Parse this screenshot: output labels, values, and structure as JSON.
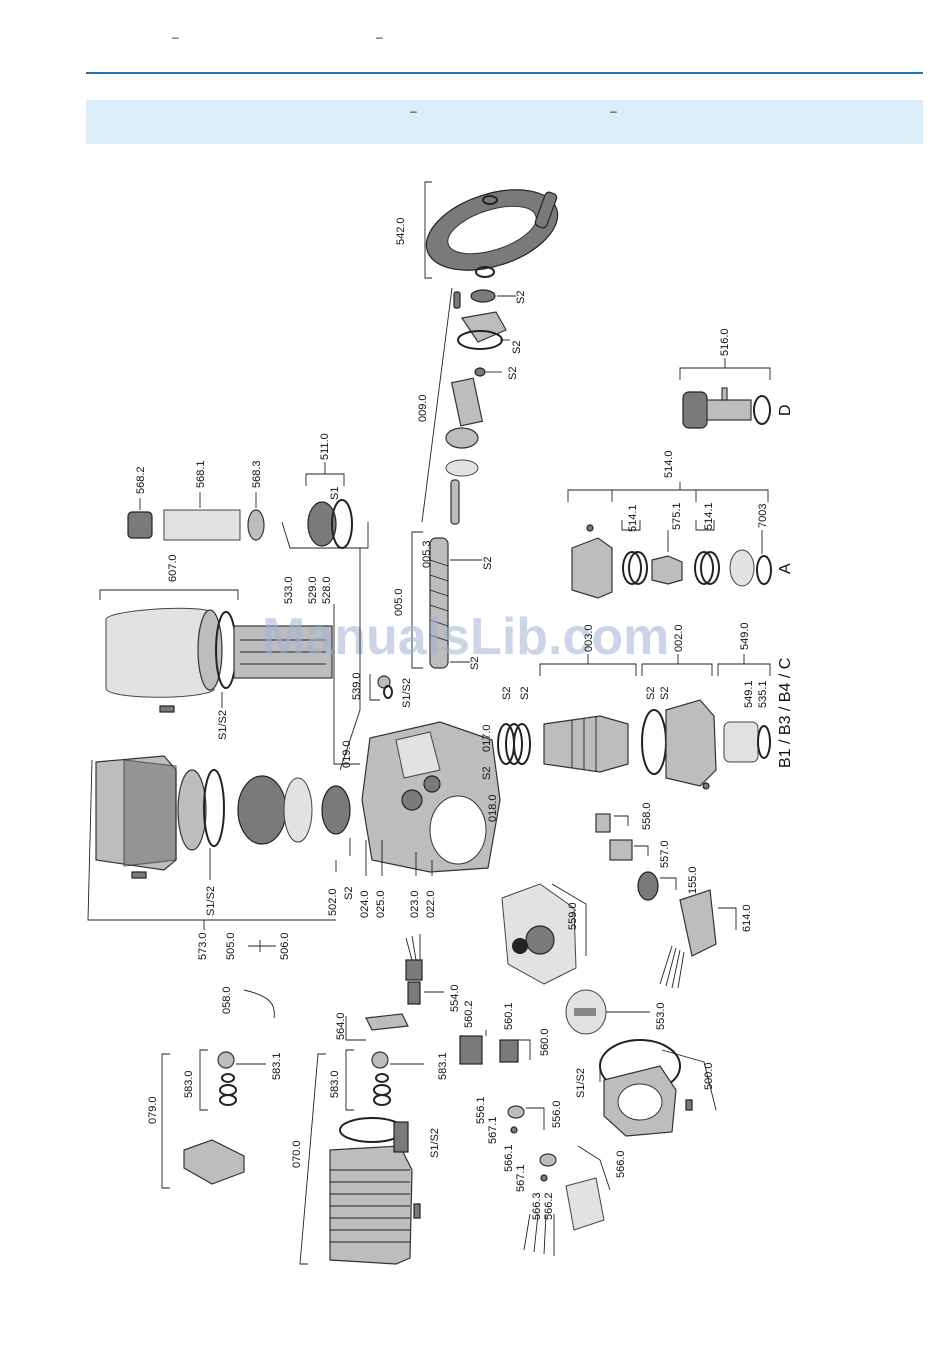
{
  "header": {
    "dash_left": "–",
    "dash_right": "–"
  },
  "band": {
    "dash_left": "–",
    "dash_right": "–"
  },
  "watermark": "ManualsLib.com",
  "labels": {
    "l542_0": "542.0",
    "l009_0": "009.0",
    "l516_0": "516.0",
    "lD": "D",
    "l514_0": "514.0",
    "l514_1a": "514.1",
    "l575_1": "575.1",
    "l514_1b": "514.1",
    "l7003": "7003",
    "lA": "A",
    "l005_0": "005.0",
    "l005_3": "005.3",
    "l568_2": "568.2",
    "l568_1": "568.1",
    "l568_3": "568.3",
    "l511_0": "511.0",
    "lS1": "S1",
    "l607_0": "607.0",
    "l533_0": "533.0",
    "l529_0": "529.0",
    "l528_0": "528.0",
    "l539_0": "539.0",
    "l003_0": "003.0",
    "l002_0": "002.0",
    "l549_0": "549.0",
    "l549_1": "549.1",
    "l535_1": "535.1",
    "lB": "B1 / B3 / B4 / C",
    "l019_0": "019.0",
    "l017_0": "017.0",
    "l018_0": "018.0",
    "l502_0": "502.0",
    "l024_0": "024.0",
    "l025_0": "025.0",
    "l023_0": "023.0",
    "l022_0": "022.0",
    "l558_0": "558.0",
    "l557_0": "557.0",
    "l155_0": "155.0",
    "l614_0": "614.0",
    "l559_0": "559.0",
    "l573_0": "573.0",
    "l505_0": "505.0",
    "l506_0": "506.0",
    "l058_0": "058.0",
    "l554_0": "554.0",
    "l564_0": "564.0",
    "l560_2": "560.2",
    "l560_1": "560.1",
    "l560_0": "560.0",
    "l553_0": "553.0",
    "l583_0a": "583.0",
    "l583_1a": "583.1",
    "l583_0b": "583.0",
    "l583_1b": "583.1",
    "l079_0": "079.0",
    "l500_0": "500.0",
    "l556_1": "556.1",
    "l567_1a": "567.1",
    "l556_0": "556.0",
    "l070_0": "070.0",
    "l566_1": "566.1",
    "l567_1b": "567.1",
    "l566_3": "566.3",
    "l566_2": "566.2",
    "l566_0": "566.0",
    "s2": "S2",
    "s1s2": "S1/S2"
  }
}
